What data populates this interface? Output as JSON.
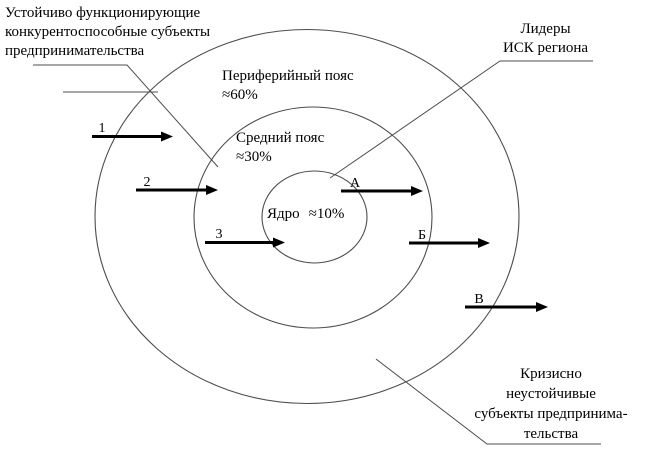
{
  "palette": {
    "background": "#ffffff",
    "circle_stroke": "#4d4d4d",
    "arrow_color": "#000000",
    "text_color": "#000000"
  },
  "zones": {
    "periphery": {
      "name": "Периферийный пояс",
      "share": "≈60%"
    },
    "middle": {
      "name": "Средний пояс",
      "share": "≈30%"
    },
    "core": {
      "name": "Ядро",
      "share": "≈10%"
    }
  },
  "annotations": {
    "stable": {
      "lines": [
        "Устойчиво функционирующие",
        "конкурентоспособные субъекты",
        "предпринимательства"
      ]
    },
    "leaders": {
      "lines": [
        "Лидеры",
        "ИСК региона"
      ]
    },
    "crisis": {
      "lines": [
        "Кризисно",
        "неустойчивые",
        "субъекты предпринима-",
        "тельства"
      ]
    }
  },
  "arrows": {
    "inbound": [
      "1",
      "2",
      "3"
    ],
    "outbound": [
      "А",
      "Б",
      "В"
    ]
  }
}
